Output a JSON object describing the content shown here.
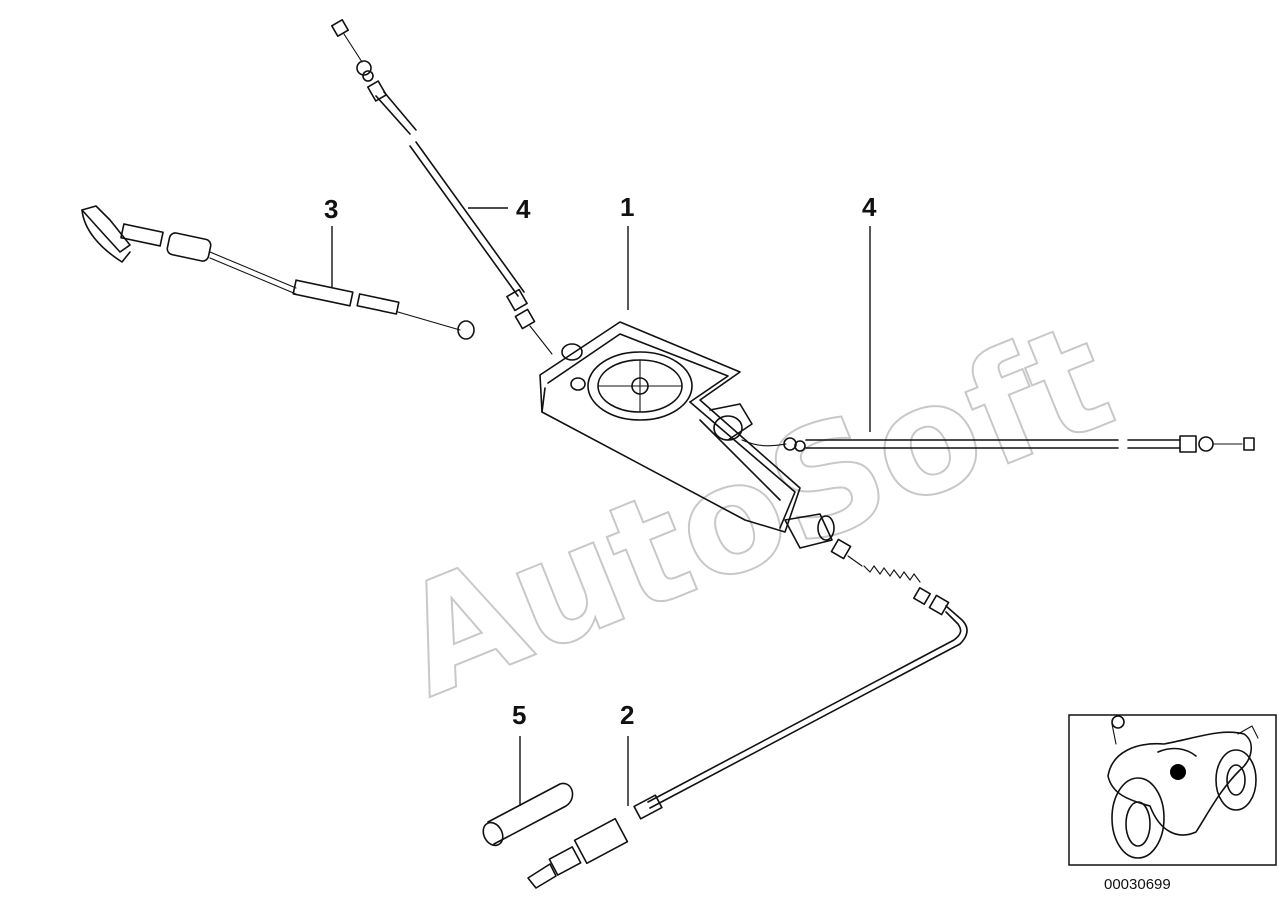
{
  "watermark": "AutoSoft",
  "callouts": {
    "c1": "1",
    "c2": "2",
    "c3": "3",
    "c4a": "4",
    "c4b": "4",
    "c5": "5"
  },
  "inset": {
    "part_number": "00030699"
  },
  "colors": {
    "line": "#111111",
    "watermark": "#c8c8c8",
    "marker": "#000000"
  }
}
